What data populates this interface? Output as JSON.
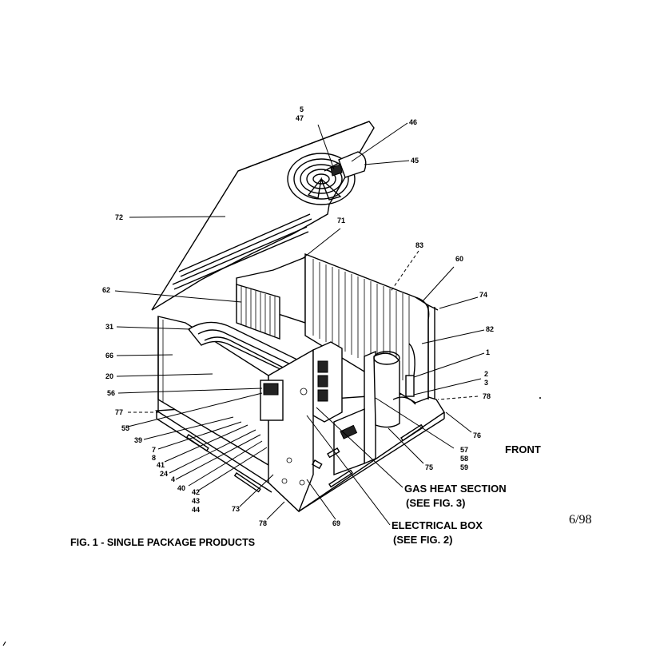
{
  "caption": "FIG. 1 - SINGLE PACKAGE PRODUCTS",
  "date": "6/98",
  "front_label": "FRONT",
  "gas_heat": {
    "line1": "GAS HEAT SECTION",
    "line2": "(SEE FIG. 3)"
  },
  "electrical_box": {
    "line1": "ELECTRICAL BOX",
    "line2": "(SEE FIG. 2)"
  },
  "parts": {
    "p5": "5",
    "p47": "47",
    "p46": "46",
    "p45": "45",
    "p72": "72",
    "p71": "71",
    "p83": "83",
    "p60": "60",
    "p74": "74",
    "p62a": "62",
    "p82": "82",
    "p1": "1",
    "p2": "2",
    "p3": "3",
    "p78a": "78",
    "p76": "76",
    "p31": "31",
    "p66": "66",
    "p20": "20",
    "p56": "56",
    "p77": "77",
    "p55": "55",
    "p39": "39",
    "p7": "7",
    "p8": "8",
    "p41": "41",
    "p24": "24",
    "p4": "4",
    "p40": "40",
    "p42": "42",
    "p43": "43",
    "p44": "44",
    "p73": "73",
    "p78b": "78",
    "p69": "69",
    "p75": "75",
    "p57": "57",
    "p58": "58",
    "p59": "59"
  }
}
